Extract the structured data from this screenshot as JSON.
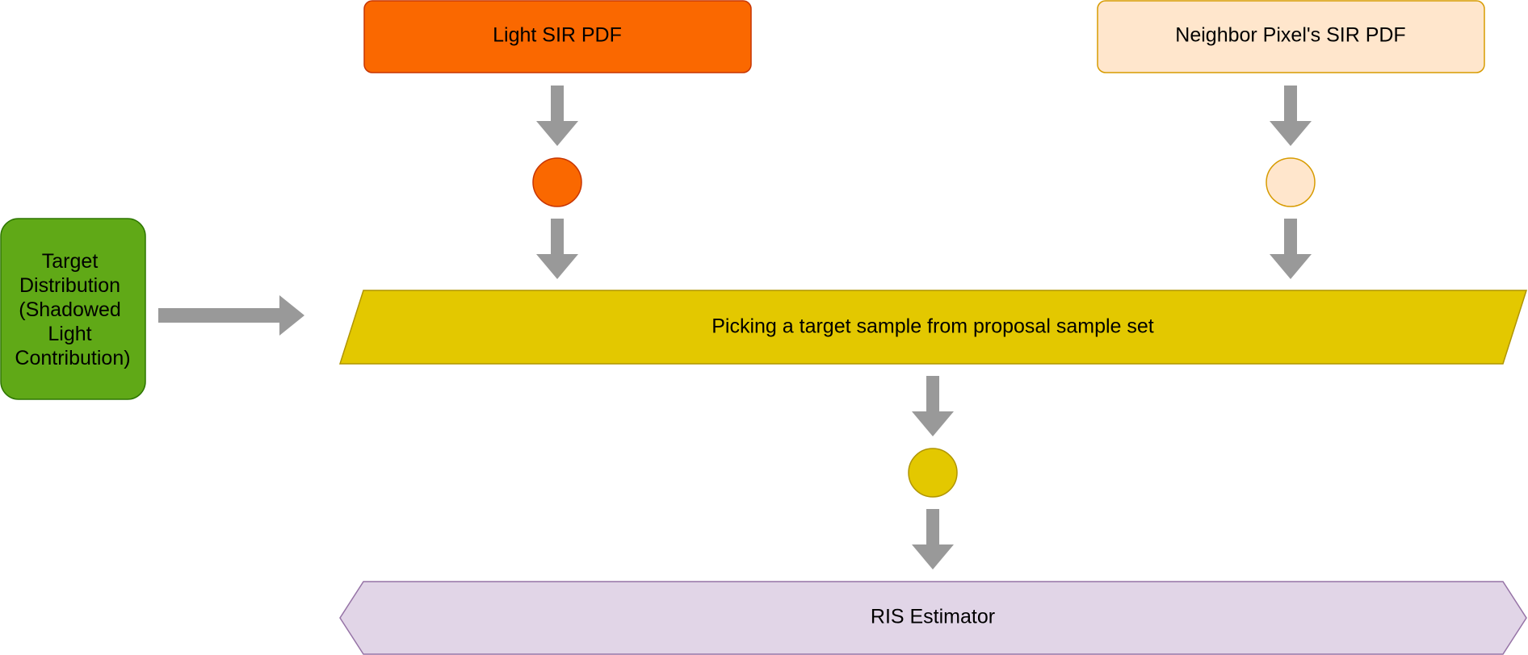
{
  "nodes": {
    "light_sir_pdf": {
      "label": "Light SIR PDF",
      "fill": "#fa6800",
      "stroke": "#c73500"
    },
    "neighbor_sir_pdf": {
      "label": "Neighbor Pixel's SIR PDF",
      "fill": "#ffe6cc",
      "stroke": "#d79b00"
    },
    "target_distribution": {
      "label_lines": [
        "Target",
        "Distribution",
        "(Shadowed",
        "Light",
        "Contribution)"
      ],
      "fill": "#60a917",
      "stroke": "#2d7600"
    },
    "picking": {
      "label": "Picking a target sample from proposal sample set",
      "fill": "#e3c800",
      "stroke": "#b09500"
    },
    "ris_estimator": {
      "label": "RIS Estimator",
      "fill": "#e1d5e7",
      "stroke": "#9673a6"
    }
  },
  "circles": {
    "light_sample": {
      "fill": "#fa6800",
      "stroke": "#c73500"
    },
    "neighbor_sample": {
      "fill": "#ffe6cc",
      "stroke": "#d79b00"
    },
    "picked_sample": {
      "fill": "#e3c800",
      "stroke": "#b09500"
    }
  },
  "arrow_color": "#999999"
}
